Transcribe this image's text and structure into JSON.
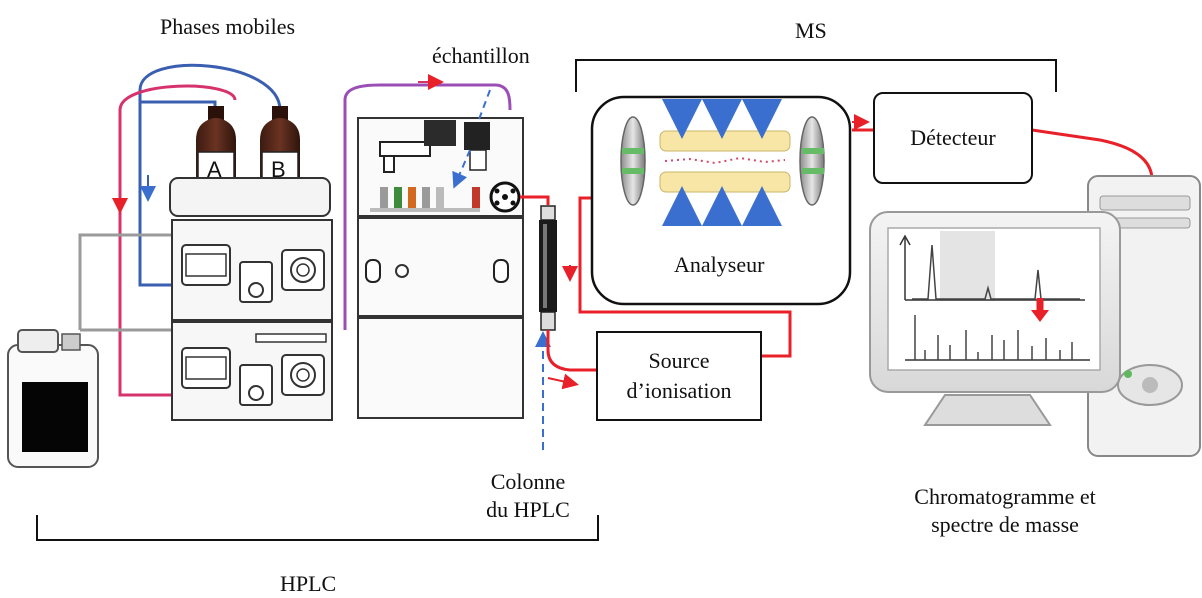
{
  "labels": {
    "mobile_phases": "Phases mobiles",
    "sample": "échantillon",
    "ms": "MS",
    "detector": "Détecteur",
    "analyzer": "Analyseur",
    "ion_source_line1": "Source",
    "ion_source_line2": "d’ionisation",
    "column_line1": "Colonne",
    "column_line2": "du HPLC",
    "chromato_line1": "Chromatogramme et",
    "chromato_line2": "spectre de masse",
    "hplc": "HPLC",
    "bottle_a": "A",
    "bottle_b": "B"
  },
  "colors": {
    "red_line": "#e8202a",
    "pink_tube": "#d6336c",
    "blue_tube": "#3a5fb0",
    "purple_tube": "#9b4fb6",
    "bottle_brown": "#5a2a1c",
    "analyzer_tube": "#f7e6a6"
  }
}
